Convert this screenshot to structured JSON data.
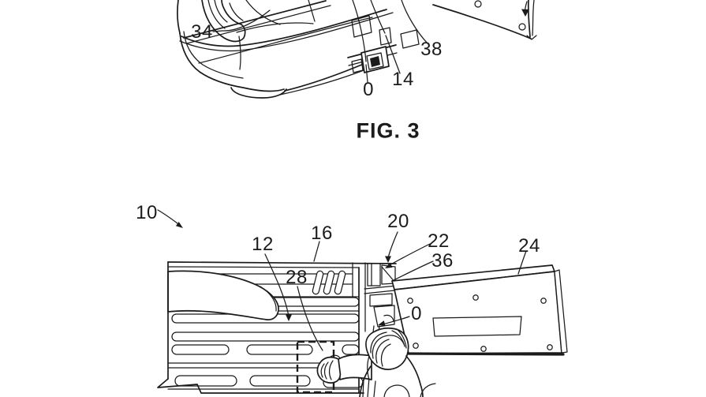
{
  "fig3": {
    "caption": "FIG. 3",
    "labels": {
      "34": "34",
      "0": "0",
      "14": "14",
      "38": "38"
    }
  },
  "fig4": {
    "labels": {
      "10": "10",
      "12": "12",
      "16": "16",
      "28": "28",
      "20": "20",
      "22": "22",
      "36": "36",
      "24": "24",
      "0": "0"
    }
  }
}
